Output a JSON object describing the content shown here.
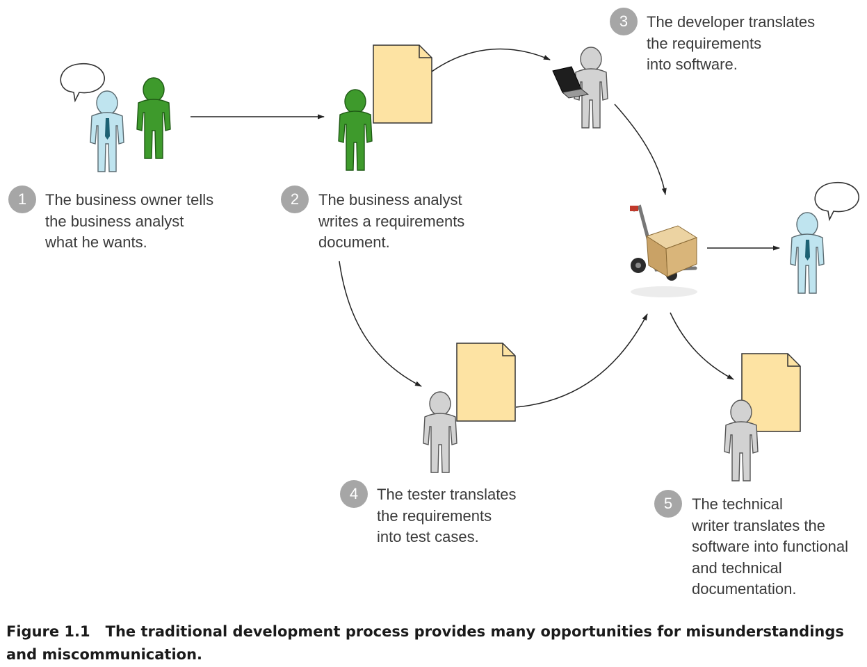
{
  "steps": [
    {
      "number": "1",
      "text": "The business owner tells\nthe business analyst\nwhat he wants."
    },
    {
      "number": "2",
      "text": "The business analyst\nwrites a requirements\ndocument."
    },
    {
      "number": "3",
      "text": "The developer translates\nthe requirements\ninto software."
    },
    {
      "number": "4",
      "text": "The tester translates\nthe requirements\ninto test cases."
    },
    {
      "number": "5",
      "text": "The technical\nwriter translates the\nsoftware into functional\nand technical\ndocumentation."
    }
  ],
  "caption": {
    "label": "Figure 1.1",
    "text": "The traditional development process provides many opportunities for misunderstandings and miscommunication."
  },
  "colors": {
    "person_blue": "#bfe4ef",
    "person_green": "#3e9a2c",
    "person_gray": "#d2d2d2",
    "document": "#fde3a3",
    "badge": "#a6a6a6",
    "box": "#d8b378"
  }
}
